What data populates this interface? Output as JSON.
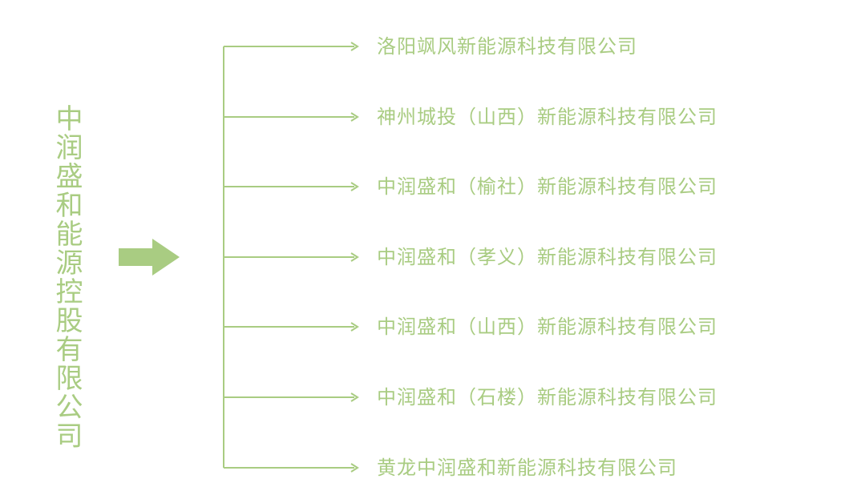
{
  "parent": {
    "name": "中润盛和能源控股有限公司"
  },
  "children": [
    "洛阳飒风新能源科技有限公司",
    "神州城投（山西）新能源科技有限公司",
    "中润盛和（榆社）新能源科技有限公司",
    "中润盛和（孝义）新能源科技有限公司",
    "中润盛和（山西）新能源科技有限公司",
    "中润盛和（石楼）新能源科技有限公司",
    "黄龙中润盛和新能源科技有限公司"
  ],
  "colors": {
    "accent": "#a9cc82"
  }
}
